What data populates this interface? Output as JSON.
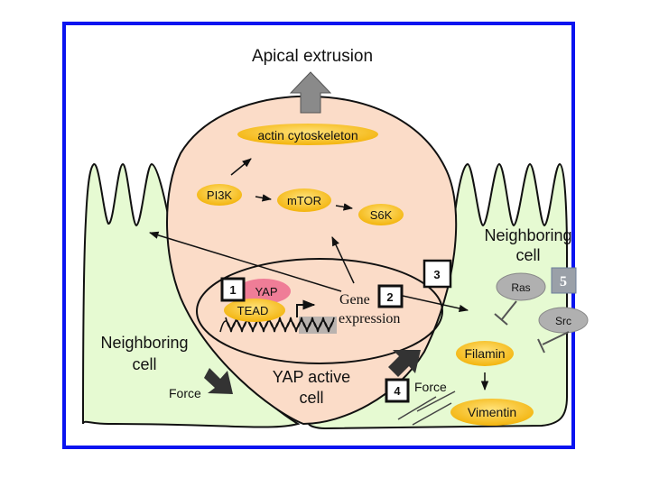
{
  "title": "Apical extrusion",
  "cells": {
    "left_neighbor": "Neighboring cell",
    "right_neighbor": "Neighboring cell",
    "yap_active": "YAP active cell"
  },
  "left_neighbor_lines": [
    "Neighboring",
    "cell"
  ],
  "right_neighbor_lines": [
    "Neighboring",
    "cell"
  ],
  "yap_active_lines": [
    "YAP active",
    "cell"
  ],
  "molecules": {
    "actin": "actin cytoskeleton",
    "pi3k": "PI3K",
    "mtor": "mTOR",
    "s6k": "S6K",
    "yap": "YAP",
    "tead": "TEAD",
    "ras": "Ras",
    "src": "Src",
    "filamin": "Filamin",
    "vimentin": "Vimentin"
  },
  "gene_expression_lines": [
    "Gene",
    "expression"
  ],
  "force_labels": {
    "left": "Force",
    "right": "Force"
  },
  "steps": [
    "1",
    "2",
    "3",
    "4",
    "5"
  ],
  "colors": {
    "frame_border": "#0a14f0",
    "neighbor_fill": "#e6fad2",
    "yap_cell_fill": "#fbdcc8",
    "molecule_yellow": "#f7c21c",
    "yap_pink": "#ef7d97",
    "inhibitor_gray": "#b0b0b0",
    "step5_box": "#9aa0a8",
    "extrusion_arrow": "#8a8a8a",
    "force_arrow": "#333333"
  }
}
